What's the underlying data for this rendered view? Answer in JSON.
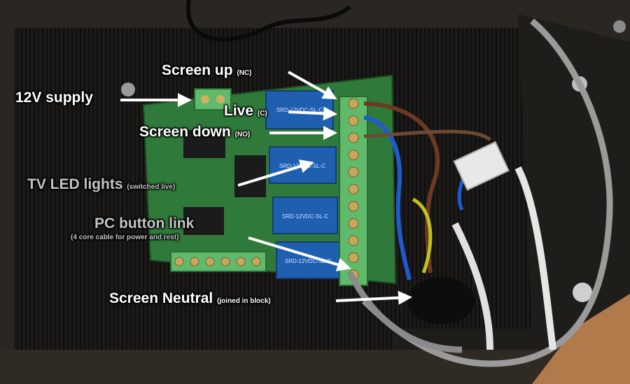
{
  "labels": {
    "supply_12v": "12V supply",
    "screen_up": "Screen up",
    "screen_up_note": "(NC)",
    "live": "Live",
    "live_note": "(C)",
    "screen_down": "Screen down",
    "screen_down_note": "(NO)",
    "tv_led": "TV LED lights",
    "tv_led_note": "(switched live)",
    "pc_button": "PC button link",
    "pc_button_note": "(4 core cable for power and rest)",
    "screen_neutral": "Screen Neutral",
    "screen_neutral_note": "(joined in block)"
  },
  "relays": [
    {
      "text": "SRD-12VDC-SL-C"
    },
    {
      "text": "SRD-12VDC-SL-C"
    },
    {
      "text": "SRD-12VDC-SL-C"
    },
    {
      "text": "SRD-12VDC-SL-C"
    }
  ],
  "colors": {
    "enclosure": "#1a1816",
    "pcb": "#2f7a3a",
    "terminal": "#5fba6b",
    "relay": "#1f5fb0",
    "wire_brown": "#6b3a22",
    "wire_blue": "#1f5bd0",
    "wire_grey": "#9a9a9a",
    "wire_white": "#e6e6e6",
    "arrow": "#ffffff"
  }
}
